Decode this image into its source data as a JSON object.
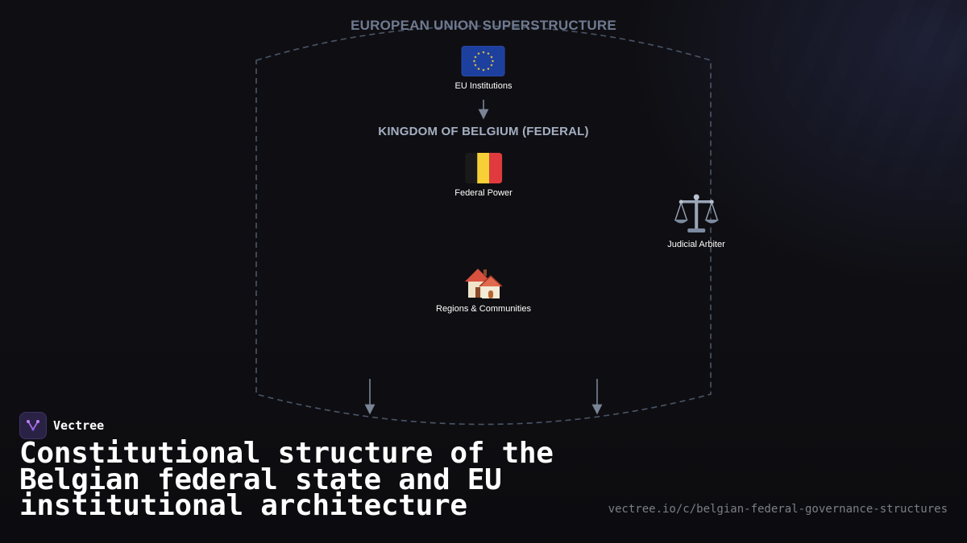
{
  "diagram": {
    "eu_section_title": "EUROPEAN UNION SUPERSTRUCTURE",
    "belgium_section_title": "KINGDOM OF BELGIUM (FEDERAL)",
    "nodes": {
      "eu_institutions": {
        "label": "EU Institutions",
        "icon": "eu-flag-icon"
      },
      "federal_power": {
        "label": "Federal Power",
        "icon": "belgium-flag-icon"
      },
      "judicial_arbiter": {
        "label": "Judicial Arbiter",
        "icon": "balance-scale-icon"
      },
      "regions_communities": {
        "label": "Regions & Communities",
        "icon": "houses-icon"
      }
    },
    "colors": {
      "frame_dash": "#4a5568",
      "arrow": "#7a8497",
      "eu_title": "#6f7a90",
      "belgium_title": "#a5afc2"
    }
  },
  "footer": {
    "brand_name": "Vectree",
    "headline": "Constitutional structure of the Belgian federal state and EU institutional architecture",
    "url": "vectree.io/c/belgian-federal-governance-structures"
  }
}
